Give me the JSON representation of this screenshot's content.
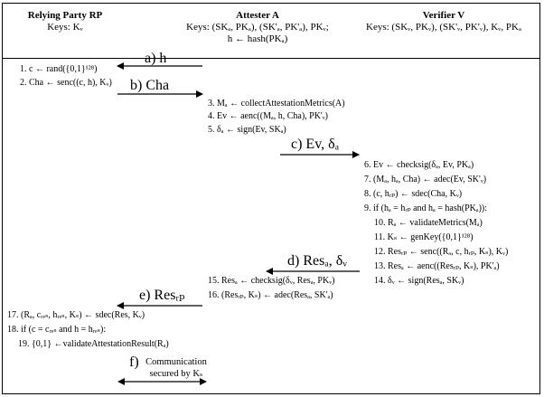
{
  "headers": {
    "rp": {
      "title": "Relying Party RP",
      "keys": "Keys: Kᵥ"
    },
    "attester": {
      "title": "Attester A",
      "keys": "Keys: (SKₐ, PKₐ), (SK'ₐ, PK'ₐ), PKᵥ;",
      "hash": "h ← hash(PKₐ)"
    },
    "verifier": {
      "title": "Verifier V",
      "keys": "Keys: (SKᵥ, PKᵥ), (SK'ᵥ, PK'ᵥ), Kᵥ, PKₐ"
    }
  },
  "messages": {
    "a": "a) h",
    "b": "b) Cha",
    "c": "c) Ev, δₐ",
    "d": "d) Resₐ, δᵥ",
    "e": "e) Resᵣₚ",
    "f_letter": "f)",
    "f_line1": "Communication",
    "f_line2": "secured by Kₛ"
  },
  "rp_steps": {
    "s1": "1. c ← rand({0,1}¹²⁸)",
    "s2": "2. Cha ← senc((c, h), Kᵥ)",
    "s17": "17. (Rₐ, cᵣₑₛ, hᵣₑₛ, Kₛ) ← sdec(Res, Kᵥ)",
    "s18": "18. if (c = cᵣₑₛ and h = hᵣₑₛ):",
    "s19": "19. {0,1} ←validateAttestationResult(Rₐ)"
  },
  "attester_steps": {
    "s3": "3. Mₐ ← collectAttestationMetrics(A)",
    "s4": "4. Ev ← aenc((Mₐ, h, Cha), PK'ᵥ)",
    "s5": "5. δₐ ← sign(Ev, SKₐ)",
    "s15": "15. Resₐ ← checksig(δᵥ, Resₐ, PKᵥ)",
    "s16": "16. (Resᵣₚ, Kₛ) ← adec(Resₐ, SK'ₐ)"
  },
  "verifier_steps": {
    "s6": "6. Ev ← checksig(δₐ, Ev, PKₐ)",
    "s7": "7. (Mₐ, hₐ, Cha) ← adec(Ev, SK'ᵥ)",
    "s8": "8. (c, hᵣₚ) ← sdec(Cha, Kᵥ)",
    "s9": "9. if (hₐ = hᵣₚ and hₐ = hash(PKₐ)):",
    "s10": "10. Rₐ ← validateMetrics(Mₐ)",
    "s11": "11. Kₛ ← genKey({0,1}¹²⁸)",
    "s12": "12. Resᵣₚ ← senc((Rₐ, c, hᵣₚ, Kₛ), Kᵥ)",
    "s13": "13. Resₐ ← aenc((Resᵣₚ, Kₛ), PK'ₐ)",
    "s14": "14. δᵥ ← sign(Resₐ, SKᵥ)"
  }
}
